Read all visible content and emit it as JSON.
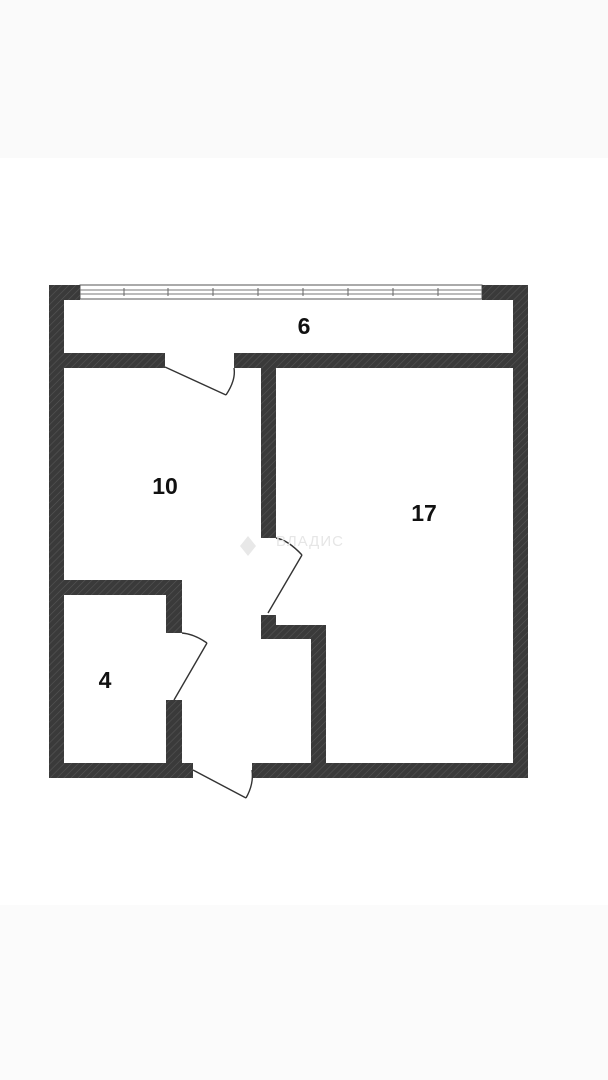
{
  "rooms": [
    {
      "id": "balcony",
      "area": "6"
    },
    {
      "id": "kitchen",
      "area": "10"
    },
    {
      "id": "living",
      "area": "17"
    },
    {
      "id": "bathroom",
      "area": "4"
    }
  ],
  "watermark": {
    "text": "ВЛАДИС"
  },
  "colors": {
    "wall": "#3a3a3a",
    "hatch": "#555555",
    "background": "#ffffff",
    "band": "#fafafa",
    "door": "#333333"
  }
}
